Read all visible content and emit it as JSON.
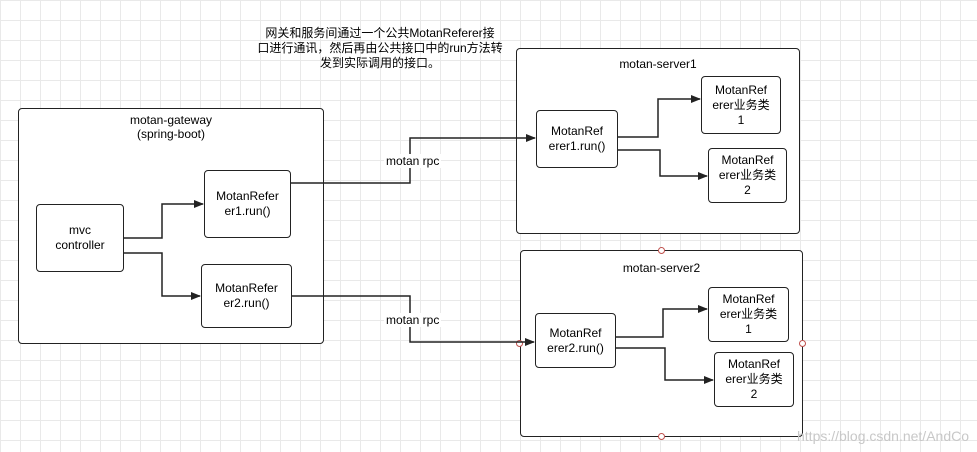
{
  "note": "网关和服务间通过一个公共MotanReferer接\n口进行通讯，然后再由公共接口中的run方法转\n发到实际调用的接口。",
  "gateway": {
    "title": "motan-gateway\n(spring-boot)",
    "controller": "mvc\ncontroller",
    "referer1": "MotanRefer\ner1.run()",
    "referer2": "MotanRefer\ner2.run()"
  },
  "server1": {
    "title": "motan-server1",
    "referer": "MotanRef\nerer1.run()",
    "service1": "MotanRef\nerer业务类\n1",
    "service2": "MotanRef\nerer业务类\n2"
  },
  "server2": {
    "title": "motan-server2",
    "referer": "MotanRef\nerer2.run()",
    "service1": "MotanRef\nerer业务类\n1",
    "service2": "MotanRef\nerer业务类\n2"
  },
  "edges": {
    "rpc1_label": "motan rpc",
    "rpc2_label": "motan rpc"
  },
  "watermark": "https://blog.csdn.net/AndCo",
  "colors": {
    "line": "#222222",
    "selection_handle": "#c0504d",
    "grid": "#e9e9e9"
  }
}
